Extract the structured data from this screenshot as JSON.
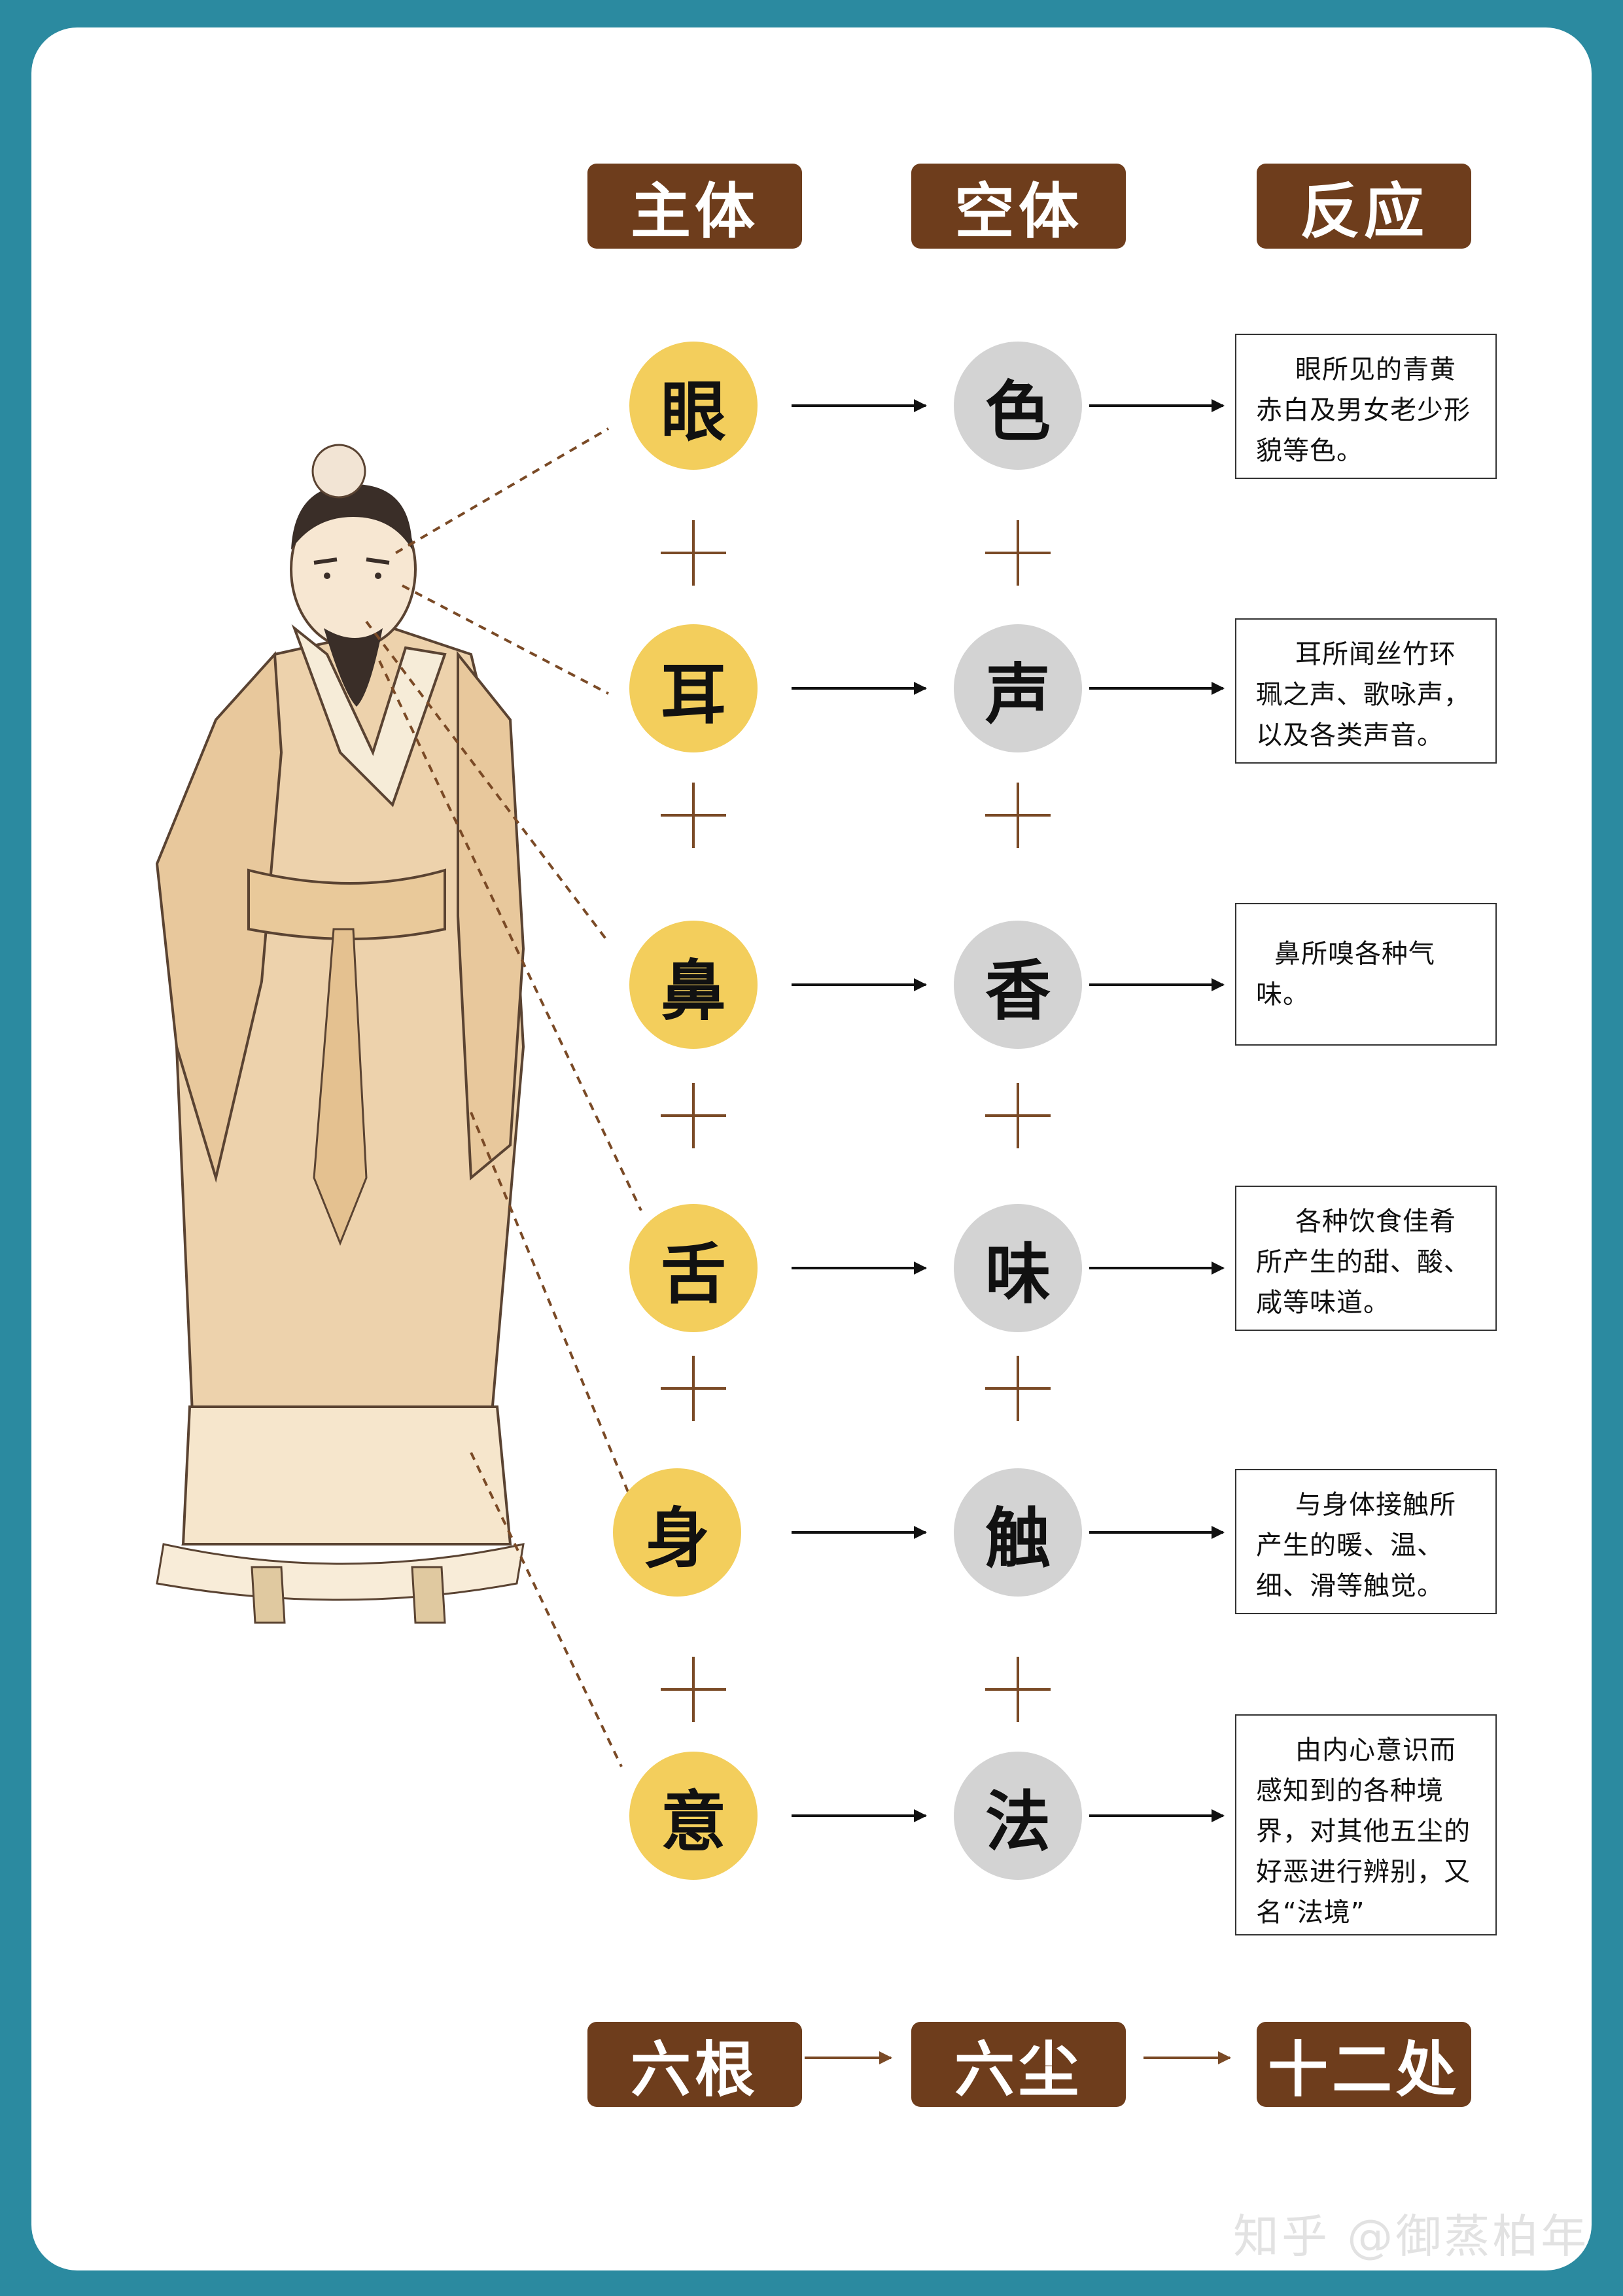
{
  "headers": {
    "subject": "主体",
    "object": "空体",
    "reaction": "反应"
  },
  "rows": [
    {
      "organ": "眼",
      "object": "色",
      "description": "眼所见的青黄赤白及男女老少形貌等色。"
    },
    {
      "organ": "耳",
      "object": "声",
      "description": "耳所闻丝竹环珮之声、歌咏声，以及各类声音。"
    },
    {
      "organ": "鼻",
      "object": "香",
      "description": "鼻所嗅各种气味。"
    },
    {
      "organ": "舌",
      "object": "味",
      "description": "各种饮食佳肴所产生的甜、酸、咸等味道。"
    },
    {
      "organ": "身",
      "object": "触",
      "description": "与身体接触所产生的暖、温、细、滑等触觉。"
    },
    {
      "organ": "意",
      "object": "法",
      "description": "由内心意识而感知到的各种境界，对其他五尘的好恶进行辨别，又名“法境”"
    }
  ],
  "footer": {
    "six_roots": "六根",
    "six_dusts": "六尘",
    "twelve_bases": "十二处"
  },
  "watermark": "知乎 @御蒸柏年",
  "colors": {
    "frame": "#2b8aa0",
    "label_brown": "#6e3d1c",
    "organ_yellow": "#f3ce5c",
    "object_gray": "#d3d3d3",
    "plus_brown": "#7a4a26",
    "robe": "#edd2ac"
  },
  "figure": {
    "icon": "scholar-figure-illustration"
  }
}
